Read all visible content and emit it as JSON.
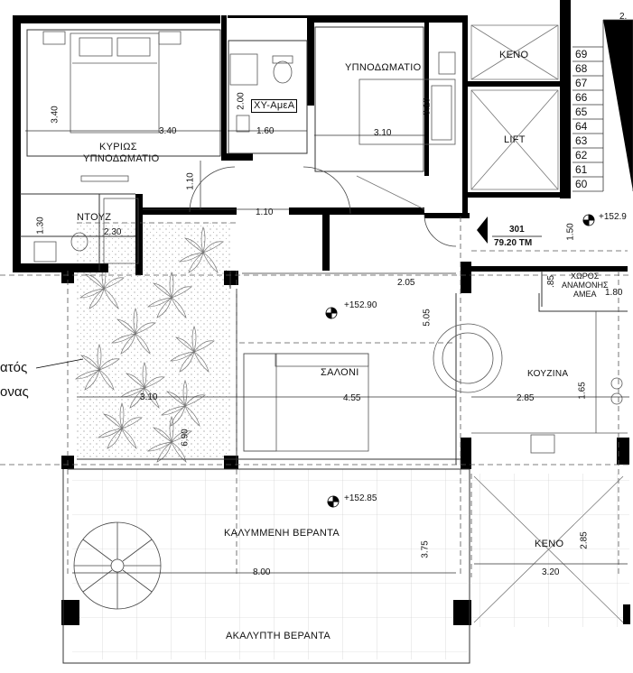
{
  "rooms": {
    "master_bedroom_line1": "ΚΥΡΙΩΣ",
    "master_bedroom_line2": "ΥΠΝΟΔΩΜΑΤΙΟ",
    "bedroom": "ΥΠΝΟΔΩΜΑΤΙΟ",
    "wc": "ΧΥ-ΑμεΑ",
    "shower": "ΝΤΟΥΖ",
    "living": "ΣΑΛΟΝΙ",
    "kitchen": "ΚΟΥΖΙΝΑ",
    "void_top": "ΚΕΝΟ",
    "lift": "LIFT",
    "void_bottom": "ΚΕΝΟ",
    "covered_veranda": "ΚΑΛΥΜΜΕΝΗ ΒΕΡΑΝΤΑ",
    "open_veranda": "ΑΚΑΛΥΠΤΗ ΒΕΡΑΝΤΑ",
    "disabled_waiting_line1": "ΧΩΡΟΣ",
    "disabled_waiting_line2": "ΑΝΑΜΟΝΗΣ",
    "disabled_waiting_line3": "ΑΜΕΑ"
  },
  "dimensions": {
    "master_height": "3.40",
    "master_width": "3.40",
    "wc_height": "2.00",
    "wc_width": "1.60",
    "bedroom_width": "3.10",
    "bedroom_height": "3.10",
    "corridor_height": "1.10",
    "corridor_width": "1.10",
    "shower_height": "1.30",
    "shower_width": "2.30",
    "living_depth": "5.05",
    "hall_width": "2.05",
    "planter_width": "3.10",
    "living_width": "4.55",
    "kitchen_width": "2.85",
    "kitchen_height": "1.65",
    "planter_height": "6.90",
    "veranda_depth": "3.75",
    "veranda_width": "8.00",
    "void_width": "3.20",
    "void_height": "2.85",
    "landing_depth": "1.50",
    "waiting_depth": ".85",
    "waiting_width": "1.80",
    "top_right": "2."
  },
  "levels": {
    "living": "+152.90",
    "veranda": "+152.85",
    "landing": "+152.9"
  },
  "apartment": {
    "number": "301",
    "area": "79.20 ΤΜ"
  },
  "stairs": [
    "69",
    "68",
    "67",
    "66",
    "65",
    "64",
    "63",
    "62",
    "61",
    "60"
  ],
  "annotation": {
    "line1": "ατός",
    "line2": "ονας"
  }
}
